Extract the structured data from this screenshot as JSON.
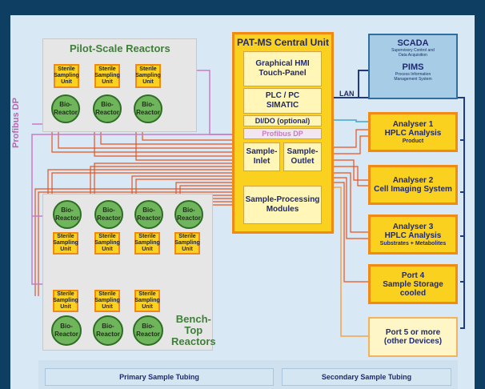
{
  "groups": {
    "pilot_title": "Pilot-Scale Reactors",
    "bench_title_1": "Bench-",
    "bench_title_2": "Top",
    "bench_title_3": "Reactors"
  },
  "unit_labels": {
    "ssu": [
      "Sterile",
      "Sampling",
      "Unit"
    ],
    "bio": [
      "Bio-",
      "Reactor"
    ]
  },
  "central": {
    "title": "PAT-MS Central Unit",
    "hmi": [
      "Graphical HMI",
      "Touch-Panel"
    ],
    "plc": [
      "PLC / PC",
      "SIMATIC"
    ],
    "dido": "DI/DO (optional)",
    "profibus": "Profibus DP",
    "inlet": [
      "Sample-",
      "Inlet"
    ],
    "outlet": [
      "Sample-",
      "Outlet"
    ],
    "processing": [
      "Sample-Processing",
      "Modules"
    ]
  },
  "scada": {
    "title": "SCADA",
    "sub": [
      "Supervisory Control and",
      "Data Acquisition"
    ],
    "pims_title": "PIMS",
    "pims_sub": [
      "Process Information",
      "Management System"
    ]
  },
  "lan_label": "LAN",
  "profibus_vertical": "Profibus DP",
  "analysers": {
    "a1": [
      "Analyser 1",
      "HPLC Analysis"
    ],
    "a1_sub": "Product",
    "a2": [
      "Analyser 2",
      "Cell Imaging System"
    ],
    "a3": [
      "Analyser 3",
      "HPLC Analysis"
    ],
    "a3_sub": "Substrates + Metabolites",
    "p4": [
      "Port 4",
      "Sample Storage",
      "cooled"
    ],
    "p5": [
      "Port 5 or more",
      "(other Devices)"
    ]
  },
  "legend": {
    "primary": "Primary Sample Tubing",
    "secondary": "Secondary Sample Tubing"
  },
  "colors": {
    "background": "#0f3e63",
    "panel": "#d8e8f4",
    "tubing_primary": "#e8531f",
    "tubing_secondary": "#f5a24a",
    "profibus": "#c87bc3",
    "lan": "#1f3a8a",
    "dido": "#3fa9c9"
  }
}
